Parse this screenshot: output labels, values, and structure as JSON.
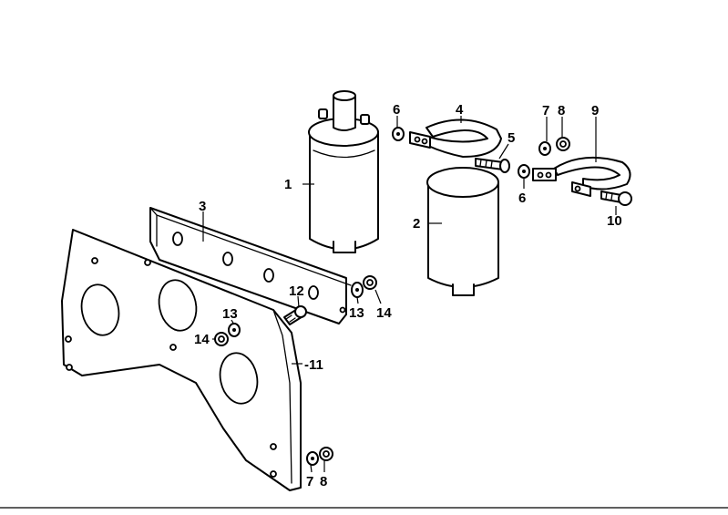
{
  "callouts": {
    "c1": "1",
    "c2": "2",
    "c3": "3",
    "c4": "4",
    "c5": "5",
    "c6a": "6",
    "c6b": "6",
    "c7a": "7",
    "c7b": "7",
    "c8a": "8",
    "c8b": "8",
    "c9": "9",
    "c10": "10",
    "c11": "-11",
    "c12": "12",
    "c13a": "13",
    "c13b": "13",
    "c14a": "14",
    "c14b": "14"
  }
}
